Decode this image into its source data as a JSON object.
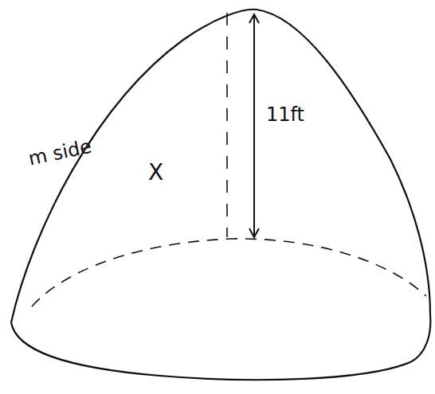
{
  "diagram": {
    "labels": [
      "m side",
      "X",
      "11ft"
    ]
  }
}
